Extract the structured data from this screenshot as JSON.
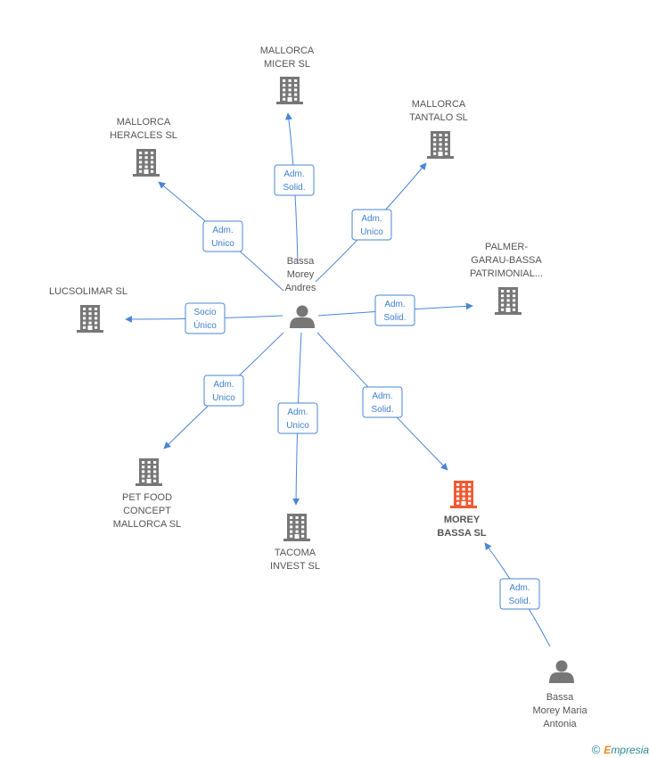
{
  "colors": {
    "building": "#777777",
    "building_focus": "#f05a32",
    "person": "#777777",
    "edge": "#4a86d6",
    "edge_text": "#3f7fd0",
    "label": "#555555"
  },
  "nodes": {
    "mallorca_micer": {
      "type": "company",
      "lines": [
        "MALLORCA",
        "MICER SL"
      ]
    },
    "mallorca_heracles": {
      "type": "company",
      "lines": [
        "MALLORCA",
        "HERACLES SL"
      ]
    },
    "mallorca_tantalo": {
      "type": "company",
      "lines": [
        "MALLORCA",
        "TANTALO SL"
      ]
    },
    "palmer_garau": {
      "type": "company",
      "lines": [
        "PALMER-",
        "GARAU-BASSA",
        "PATRIMONIAL..."
      ]
    },
    "lucsolimar": {
      "type": "company",
      "lines": [
        "LUCSOLIMAR SL"
      ]
    },
    "pet_food": {
      "type": "company",
      "lines": [
        "PET FOOD",
        "CONCEPT",
        "MALLORCA  SL"
      ]
    },
    "tacoma": {
      "type": "company",
      "lines": [
        "TACOMA",
        "INVEST SL"
      ]
    },
    "morey_bassa": {
      "type": "company",
      "focus": true,
      "lines": [
        "MOREY",
        "BASSA SL"
      ]
    },
    "bassa_andres": {
      "type": "person",
      "lines": [
        "Bassa",
        "Morey",
        "Andres"
      ]
    },
    "bassa_maria": {
      "type": "person",
      "lines": [
        "Bassa",
        "Morey Maria",
        "Antonia"
      ]
    }
  },
  "edges": [
    {
      "from": "bassa_andres",
      "to": "mallorca_micer",
      "lines": [
        "Adm.",
        "Solid."
      ]
    },
    {
      "from": "bassa_andres",
      "to": "mallorca_heracles",
      "lines": [
        "Adm.",
        "Unico"
      ]
    },
    {
      "from": "bassa_andres",
      "to": "mallorca_tantalo",
      "lines": [
        "Adm.",
        "Unico"
      ]
    },
    {
      "from": "bassa_andres",
      "to": "palmer_garau",
      "lines": [
        "Adm.",
        "Solid."
      ]
    },
    {
      "from": "bassa_andres",
      "to": "lucsolimar",
      "lines": [
        "Socio",
        "Único"
      ]
    },
    {
      "from": "bassa_andres",
      "to": "pet_food",
      "lines": [
        "Adm.",
        "Unico"
      ]
    },
    {
      "from": "bassa_andres",
      "to": "tacoma",
      "lines": [
        "Adm.",
        "Unico"
      ]
    },
    {
      "from": "bassa_andres",
      "to": "morey_bassa",
      "lines": [
        "Adm.",
        "Solid."
      ]
    },
    {
      "from": "bassa_maria",
      "to": "morey_bassa",
      "lines": [
        "Adm.",
        "Solid."
      ]
    }
  ],
  "footer": {
    "copyright": "©",
    "brand_initial": "E",
    "brand_rest": "mpresia"
  }
}
